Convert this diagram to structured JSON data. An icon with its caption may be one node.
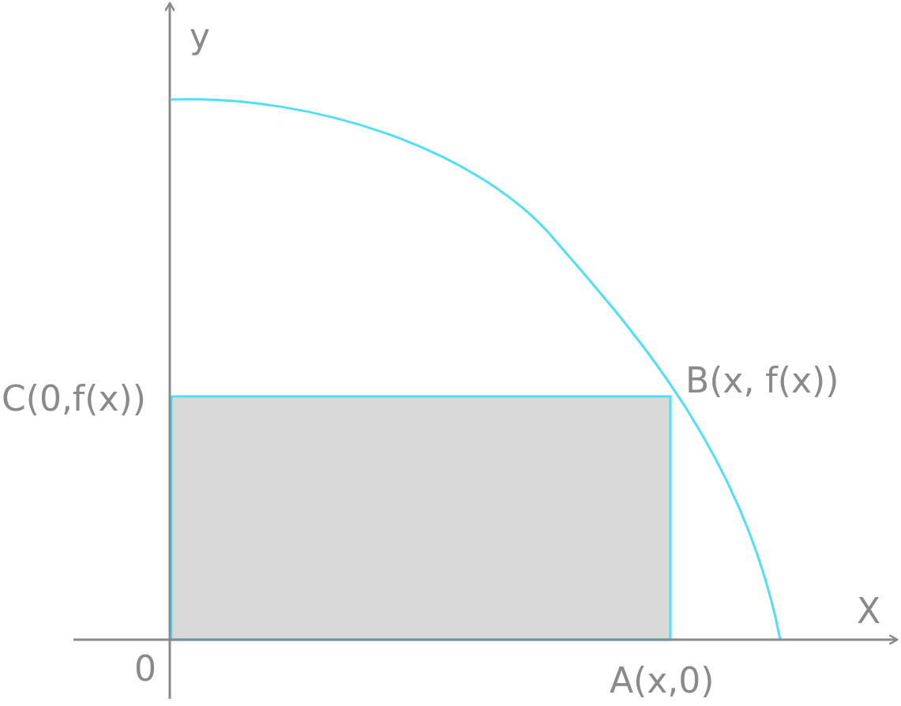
{
  "diagram": {
    "nodes": [
      {
        "text": [],
        "shape": "box"
      }
    ],
    "labels": [
      "y",
      "C(0,f(x))",
      "B(x, f(x))",
      "X",
      "0",
      "A(x,0)"
    ]
  }
}
